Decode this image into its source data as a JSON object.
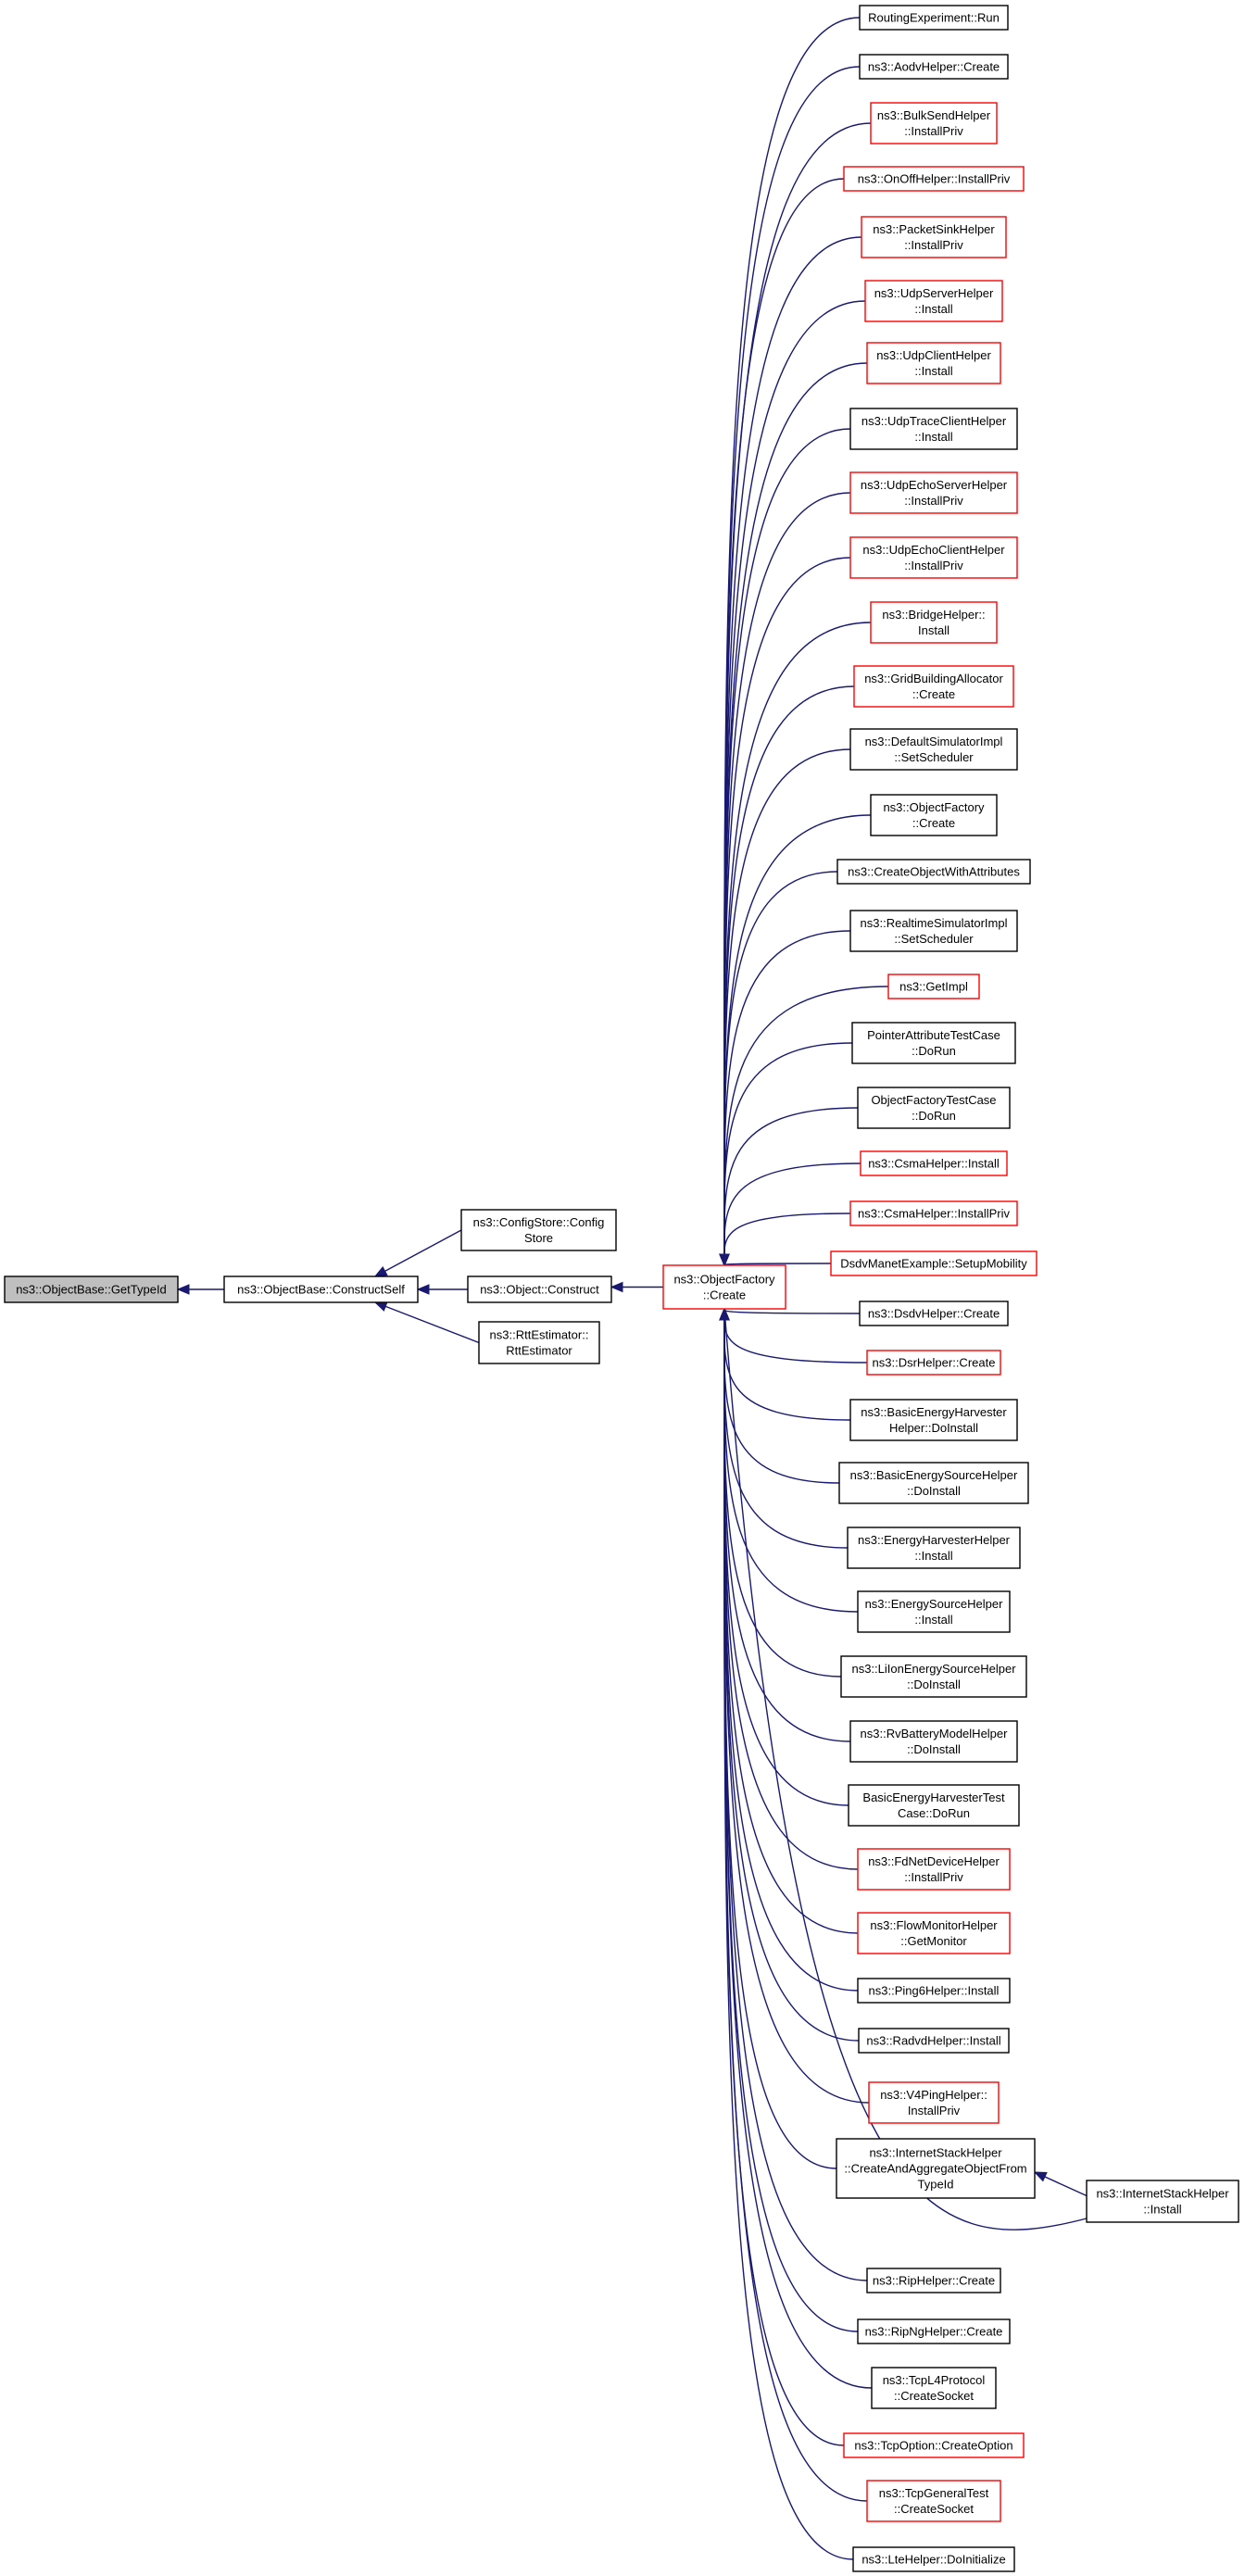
{
  "colors": {
    "edge": "#191970",
    "node_border_default": "#000000",
    "node_border_red": "#ff0000",
    "node_fill_default": "#ffffff",
    "node_fill_root": "#bfbfbf"
  },
  "nodes": [
    {
      "id": "root",
      "lines": [
        "ns3::ObjectBase::GetTypeId"
      ],
      "style": "root"
    },
    {
      "id": "cs",
      "lines": [
        "ns3::ObjectBase::ConstructSelf"
      ],
      "style": "black"
    },
    {
      "id": "cfg",
      "lines": [
        "ns3::ConfigStore::Config",
        "Store"
      ],
      "style": "black"
    },
    {
      "id": "oc",
      "lines": [
        "ns3::Object::Construct"
      ],
      "style": "black"
    },
    {
      "id": "rtt",
      "lines": [
        "ns3::RttEstimator::",
        "RttEstimator"
      ],
      "style": "black"
    },
    {
      "id": "ofc",
      "lines": [
        "ns3::ObjectFactory",
        "::Create"
      ],
      "style": "red"
    },
    {
      "id": "n1",
      "lines": [
        "RoutingExperiment::Run"
      ],
      "style": "black"
    },
    {
      "id": "n2",
      "lines": [
        "ns3::AodvHelper::Create"
      ],
      "style": "black"
    },
    {
      "id": "n3",
      "lines": [
        "ns3::BulkSendHelper",
        "::InstallPriv"
      ],
      "style": "red"
    },
    {
      "id": "n4",
      "lines": [
        "ns3::OnOffHelper::InstallPriv"
      ],
      "style": "red"
    },
    {
      "id": "n5",
      "lines": [
        "ns3::PacketSinkHelper",
        "::InstallPriv"
      ],
      "style": "red"
    },
    {
      "id": "n6",
      "lines": [
        "ns3::UdpServerHelper",
        "::Install"
      ],
      "style": "red"
    },
    {
      "id": "n7",
      "lines": [
        "ns3::UdpClientHelper",
        "::Install"
      ],
      "style": "red"
    },
    {
      "id": "n8",
      "lines": [
        "ns3::UdpTraceClientHelper",
        "::Install"
      ],
      "style": "black"
    },
    {
      "id": "n9",
      "lines": [
        "ns3::UdpEchoServerHelper",
        "::InstallPriv"
      ],
      "style": "red"
    },
    {
      "id": "n10",
      "lines": [
        "ns3::UdpEchoClientHelper",
        "::InstallPriv"
      ],
      "style": "red"
    },
    {
      "id": "n11",
      "lines": [
        "ns3::BridgeHelper::",
        "Install"
      ],
      "style": "red"
    },
    {
      "id": "n12",
      "lines": [
        "ns3::GridBuildingAllocator",
        "::Create"
      ],
      "style": "red"
    },
    {
      "id": "n13",
      "lines": [
        "ns3::DefaultSimulatorImpl",
        "::SetScheduler"
      ],
      "style": "black"
    },
    {
      "id": "n14",
      "lines": [
        "ns3::ObjectFactory",
        "::Create"
      ],
      "style": "black"
    },
    {
      "id": "n15",
      "lines": [
        "ns3::CreateObjectWithAttributes"
      ],
      "style": "black"
    },
    {
      "id": "n16",
      "lines": [
        "ns3::RealtimeSimulatorImpl",
        "::SetScheduler"
      ],
      "style": "black"
    },
    {
      "id": "n17",
      "lines": [
        "ns3::GetImpl"
      ],
      "style": "red"
    },
    {
      "id": "n18",
      "lines": [
        "PointerAttributeTestCase",
        "::DoRun"
      ],
      "style": "black"
    },
    {
      "id": "n19",
      "lines": [
        "ObjectFactoryTestCase",
        "::DoRun"
      ],
      "style": "black"
    },
    {
      "id": "n20",
      "lines": [
        "ns3::CsmaHelper::Install"
      ],
      "style": "red"
    },
    {
      "id": "n21",
      "lines": [
        "ns3::CsmaHelper::InstallPriv"
      ],
      "style": "red"
    },
    {
      "id": "n22",
      "lines": [
        "DsdvManetExample::SetupMobility"
      ],
      "style": "red"
    },
    {
      "id": "n23",
      "lines": [
        "ns3::DsdvHelper::Create"
      ],
      "style": "black"
    },
    {
      "id": "n24",
      "lines": [
        "ns3::DsrHelper::Create"
      ],
      "style": "red"
    },
    {
      "id": "n25",
      "lines": [
        "ns3::BasicEnergyHarvester",
        "Helper::DoInstall"
      ],
      "style": "black"
    },
    {
      "id": "n26",
      "lines": [
        "ns3::BasicEnergySourceHelper",
        "::DoInstall"
      ],
      "style": "black"
    },
    {
      "id": "n27",
      "lines": [
        "ns3::EnergyHarvesterHelper",
        "::Install"
      ],
      "style": "black"
    },
    {
      "id": "n28",
      "lines": [
        "ns3::EnergySourceHelper",
        "::Install"
      ],
      "style": "black"
    },
    {
      "id": "n29",
      "lines": [
        "ns3::LiIonEnergySourceHelper",
        "::DoInstall"
      ],
      "style": "black"
    },
    {
      "id": "n30",
      "lines": [
        "ns3::RvBatteryModelHelper",
        "::DoInstall"
      ],
      "style": "black"
    },
    {
      "id": "n31",
      "lines": [
        "BasicEnergyHarvesterTest",
        "Case::DoRun"
      ],
      "style": "black"
    },
    {
      "id": "n32",
      "lines": [
        "ns3::FdNetDeviceHelper",
        "::InstallPriv"
      ],
      "style": "red"
    },
    {
      "id": "n33",
      "lines": [
        "ns3::FlowMonitorHelper",
        "::GetMonitor"
      ],
      "style": "red"
    },
    {
      "id": "n34",
      "lines": [
        "ns3::Ping6Helper::Install"
      ],
      "style": "black"
    },
    {
      "id": "n35",
      "lines": [
        "ns3::RadvdHelper::Install"
      ],
      "style": "black"
    },
    {
      "id": "n36",
      "lines": [
        "ns3::V4PingHelper::",
        "InstallPriv"
      ],
      "style": "red"
    },
    {
      "id": "n37",
      "lines": [
        "ns3::InternetStackHelper",
        "::CreateAndAggregateObjectFrom",
        "TypeId"
      ],
      "style": "black"
    },
    {
      "id": "ish",
      "lines": [
        "ns3::InternetStackHelper",
        "::Install"
      ],
      "style": "black"
    },
    {
      "id": "n38",
      "lines": [
        "ns3::RipHelper::Create"
      ],
      "style": "black"
    },
    {
      "id": "n39",
      "lines": [
        "ns3::RipNgHelper::Create"
      ],
      "style": "black"
    },
    {
      "id": "n40",
      "lines": [
        "ns3::TcpL4Protocol",
        "::CreateSocket"
      ],
      "style": "black"
    },
    {
      "id": "n41",
      "lines": [
        "ns3::TcpOption::CreateOption"
      ],
      "style": "red"
    },
    {
      "id": "n42",
      "lines": [
        "ns3::TcpGeneralTest",
        "::CreateSocket"
      ],
      "style": "red"
    },
    {
      "id": "n43",
      "lines": [
        "ns3::LteHelper::DoInitialize"
      ],
      "style": "black"
    }
  ],
  "edges": [
    [
      "cs",
      "root"
    ],
    [
      "cfg",
      "cs"
    ],
    [
      "oc",
      "cs"
    ],
    [
      "rtt",
      "cs"
    ],
    [
      "ofc",
      "oc"
    ],
    [
      "n1",
      "ofc"
    ],
    [
      "n2",
      "ofc"
    ],
    [
      "n3",
      "ofc"
    ],
    [
      "n4",
      "ofc"
    ],
    [
      "n5",
      "ofc"
    ],
    [
      "n6",
      "ofc"
    ],
    [
      "n7",
      "ofc"
    ],
    [
      "n8",
      "ofc"
    ],
    [
      "n9",
      "ofc"
    ],
    [
      "n10",
      "ofc"
    ],
    [
      "n11",
      "ofc"
    ],
    [
      "n12",
      "ofc"
    ],
    [
      "n13",
      "ofc"
    ],
    [
      "n14",
      "ofc"
    ],
    [
      "n15",
      "ofc"
    ],
    [
      "n16",
      "ofc"
    ],
    [
      "n17",
      "ofc"
    ],
    [
      "n18",
      "ofc"
    ],
    [
      "n19",
      "ofc"
    ],
    [
      "n20",
      "ofc"
    ],
    [
      "n21",
      "ofc"
    ],
    [
      "n22",
      "ofc"
    ],
    [
      "n23",
      "ofc"
    ],
    [
      "n24",
      "ofc"
    ],
    [
      "n25",
      "ofc"
    ],
    [
      "n26",
      "ofc"
    ],
    [
      "n27",
      "ofc"
    ],
    [
      "n28",
      "ofc"
    ],
    [
      "n29",
      "ofc"
    ],
    [
      "n30",
      "ofc"
    ],
    [
      "n31",
      "ofc"
    ],
    [
      "n32",
      "ofc"
    ],
    [
      "n33",
      "ofc"
    ],
    [
      "n34",
      "ofc"
    ],
    [
      "n35",
      "ofc"
    ],
    [
      "n36",
      "ofc"
    ],
    [
      "n37",
      "ofc"
    ],
    [
      "ish",
      "ofc"
    ],
    [
      "ish",
      "n37"
    ],
    [
      "n38",
      "ofc"
    ],
    [
      "n39",
      "ofc"
    ],
    [
      "n40",
      "ofc"
    ],
    [
      "n41",
      "ofc"
    ],
    [
      "n42",
      "ofc"
    ],
    [
      "n43",
      "ofc"
    ]
  ]
}
